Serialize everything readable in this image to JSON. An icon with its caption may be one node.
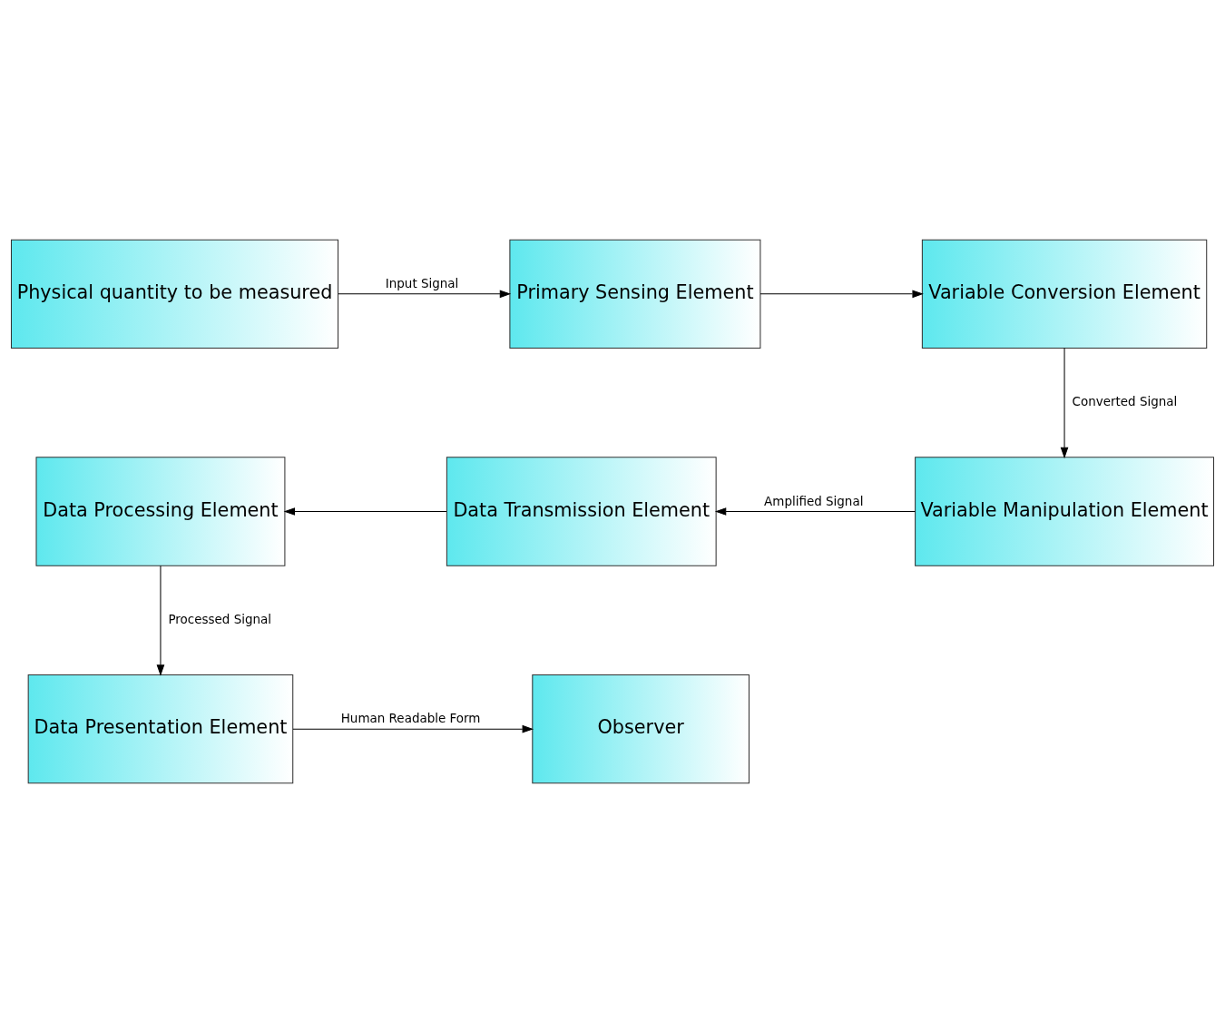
{
  "diagram": {
    "nodes": [
      {
        "text": [
          "Physical quantity to be measured"
        ]
      },
      {
        "text": [
          "Primary Sensing Element"
        ]
      },
      {
        "text": [
          "Variable Conversion Element"
        ]
      },
      {
        "text": [
          "Variable Manipulation Element"
        ]
      },
      {
        "text": [
          "Data Transmission Element"
        ]
      },
      {
        "text": [
          "Data Processing Element"
        ]
      },
      {
        "text": [
          "Data Presentation Element"
        ]
      },
      {
        "text": [
          "Observer"
        ]
      }
    ],
    "edges": [
      {
        "from": 0,
        "to": 1,
        "arrow": "to",
        "label": "Input Signal"
      },
      {
        "from": 1,
        "to": 2,
        "arrow": "to"
      },
      {
        "from": 2,
        "to": 3,
        "arrow": "to",
        "label": "Converted Signal"
      },
      {
        "from": 3,
        "to": 4,
        "arrow": "to",
        "label": "Amplified Signal"
      },
      {
        "from": 4,
        "to": 5,
        "arrow": "to"
      },
      {
        "from": 5,
        "to": 6,
        "arrow": "to",
        "label": "Processed Signal"
      },
      {
        "from": 6,
        "to": 7,
        "arrow": "to",
        "label": "Human Readable Form"
      }
    ]
  }
}
